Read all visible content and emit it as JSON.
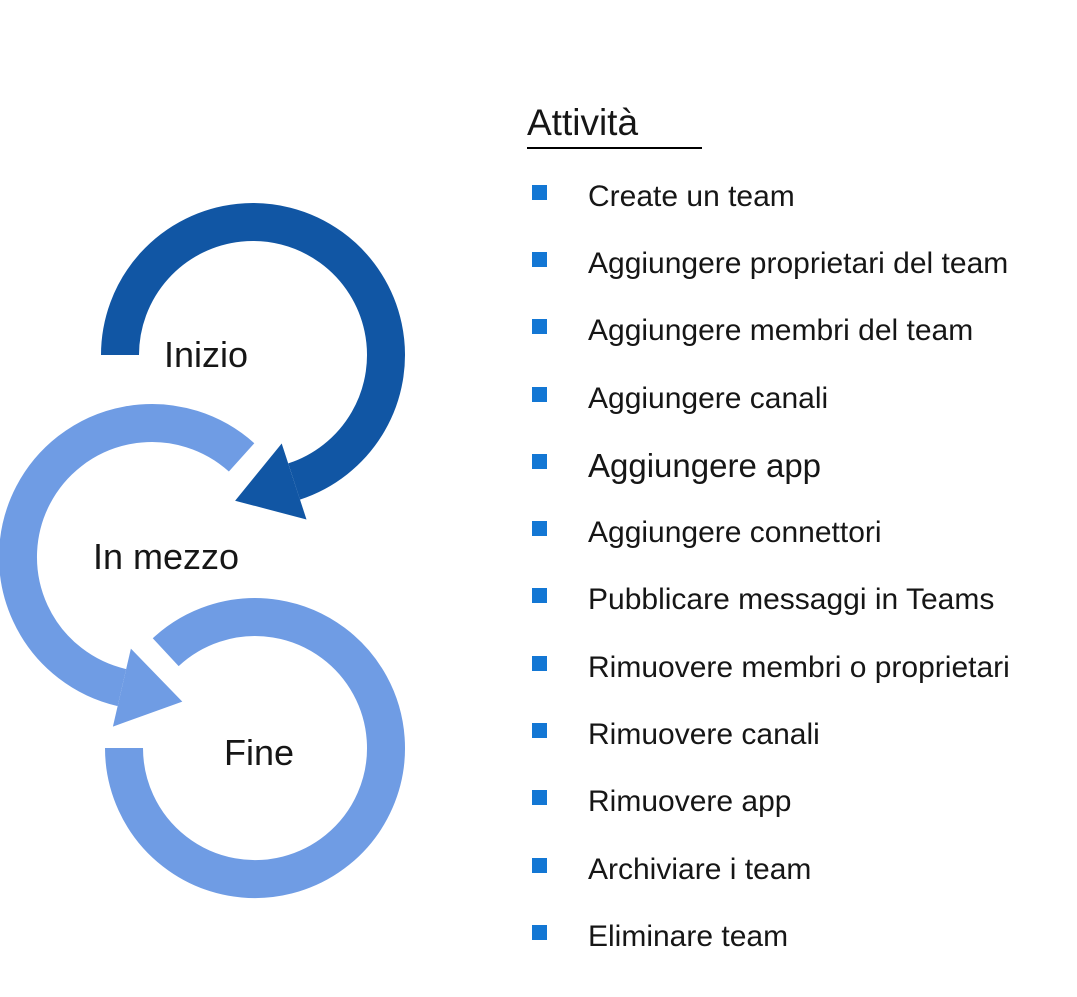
{
  "colors": {
    "dark_blue": "#1156A4",
    "light_blue": "#6F9CE4",
    "bullet_blue": "#1377D4",
    "text": "#161616"
  },
  "diagram": {
    "steps": [
      {
        "label": "Inizio"
      },
      {
        "label": "In mezzo"
      },
      {
        "label": "Fine"
      }
    ]
  },
  "activities": {
    "title": "Attività",
    "items": [
      {
        "label": "Create un team",
        "emphasis": false
      },
      {
        "label": "Aggiungere proprietari del team",
        "emphasis": false
      },
      {
        "label": "Aggiungere membri del team",
        "emphasis": false
      },
      {
        "label": "Aggiungere canali",
        "emphasis": false
      },
      {
        "label": "Aggiungere app",
        "emphasis": true
      },
      {
        "label": "Aggiungere connettori",
        "emphasis": false
      },
      {
        "label": "Pubblicare messaggi in Teams",
        "emphasis": false
      },
      {
        "label": "Rimuovere membri o proprietari",
        "emphasis": false
      },
      {
        "label": "Rimuovere canali",
        "emphasis": false
      },
      {
        "label": "Rimuovere app",
        "emphasis": false
      },
      {
        "label": "Archiviare i team",
        "emphasis": false
      },
      {
        "label": "Eliminare team",
        "emphasis": false
      }
    ]
  }
}
